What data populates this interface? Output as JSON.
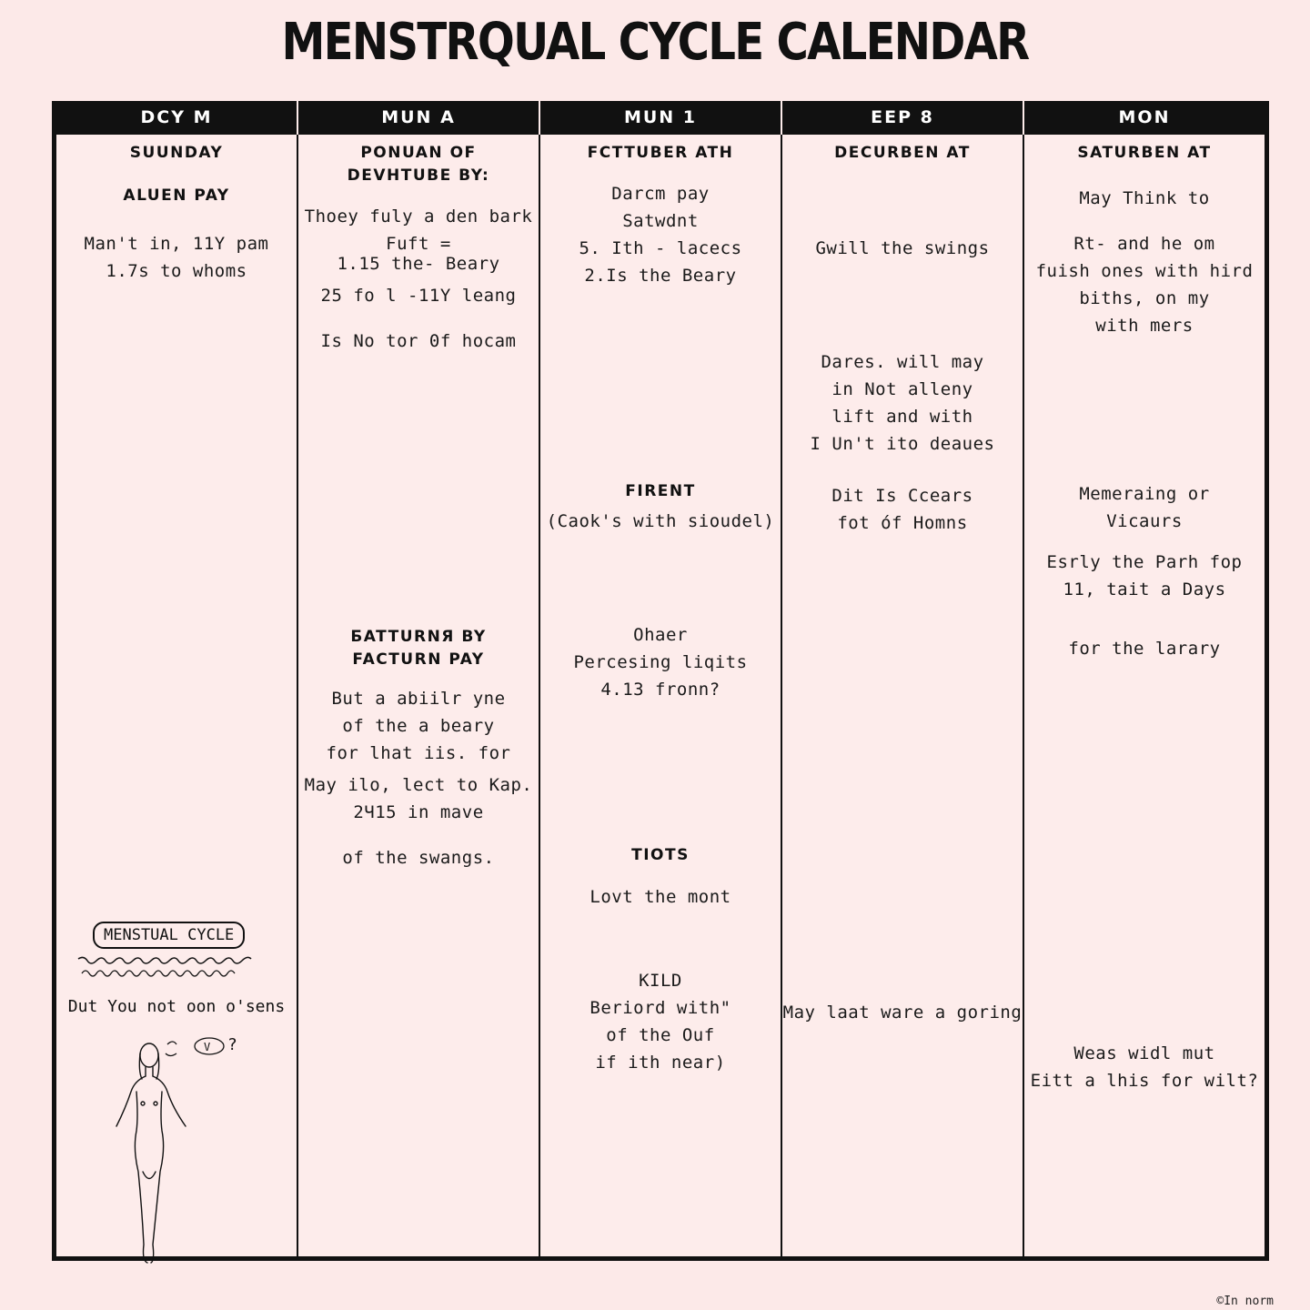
{
  "title": "MENSTRQUAL CYCLE CALENDAR",
  "headers": [
    "DCY M",
    "MUN A",
    "MUN 1",
    "EEP 8",
    "MON"
  ],
  "columns": [
    {
      "entries": [
        {
          "type": "label",
          "lines": [
            "SUUNDAY"
          ]
        },
        {
          "type": "label",
          "lines": [
            "ALUEN PAY"
          ]
        },
        {
          "type": "hand",
          "lines": [
            "Man't in, 11Y pam",
            "1.7s to whoms"
          ]
        }
      ],
      "note": {
        "box": "MENSTUAL CYCLE",
        "text": "Dut You not oon o'sens",
        "bubble": "V"
      }
    },
    {
      "entries": [
        {
          "type": "label",
          "lines": [
            "PONUAN OF",
            "DEVHTUBE BY:"
          ]
        },
        {
          "type": "hand",
          "lines": [
            "Thoey fuly a den bark",
            "Fuft ="
          ]
        },
        {
          "type": "hand",
          "lines": [
            "1.15 the- Beary"
          ]
        },
        {
          "type": "hand",
          "lines": [
            "25 fo l -11Y leang"
          ]
        },
        {
          "type": "hand",
          "lines": [
            "Is No tor 0f hocam"
          ]
        },
        {
          "type": "label",
          "lines": [
            "БATTURNЯ BY",
            "FACTURN PAY"
          ]
        },
        {
          "type": "hand",
          "lines": [
            "But a abiilr yne",
            "of the a beary",
            "for lhat iis. for"
          ]
        },
        {
          "type": "hand",
          "lines": [
            "May ilo, lect to Kap.",
            "2Ч15 in mave"
          ]
        },
        {
          "type": "hand",
          "lines": [
            "of the swangs."
          ]
        }
      ]
    },
    {
      "entries": [
        {
          "type": "label",
          "lines": [
            "FCTTUBER ATH"
          ]
        },
        {
          "type": "hand",
          "lines": [
            "Darcm pay",
            "Satwdnt",
            "5. Ith - lacecs",
            "2.Is the Beary"
          ]
        },
        {
          "type": "label",
          "lines": [
            "FIRENT"
          ]
        },
        {
          "type": "hand",
          "lines": [
            "(Caok's with sioudel)"
          ]
        },
        {
          "type": "hand",
          "lines": [
            "Ohaer",
            "Percesing liqits",
            "4.13 fronn?"
          ]
        },
        {
          "type": "label",
          "lines": [
            "TIOTS"
          ]
        },
        {
          "type": "hand",
          "lines": [
            "Lovt the mont"
          ]
        },
        {
          "type": "hand",
          "lines": [
            "KILD",
            "Beriord with\"",
            "of the Ouf",
            "if ith near)"
          ]
        }
      ]
    },
    {
      "entries": [
        {
          "type": "label",
          "lines": [
            "DECURBEN AT"
          ]
        },
        {
          "type": "hand",
          "lines": [
            "Gwill the swings"
          ]
        },
        {
          "type": "hand",
          "lines": [
            "Dares. will may",
            "in Not alleny",
            "lift and with",
            "I Un't ito deaues"
          ]
        },
        {
          "type": "hand",
          "lines": [
            "Dit Is Ccears",
            "fot óf Homns"
          ]
        },
        {
          "type": "hand",
          "lines": [
            "May laat ware a goring"
          ]
        }
      ]
    },
    {
      "entries": [
        {
          "type": "label",
          "lines": [
            "SATURBEN AT"
          ]
        },
        {
          "type": "hand",
          "lines": [
            "May Think to"
          ]
        },
        {
          "type": "hand",
          "lines": [
            "Rt- and he om",
            "fuish ones with hird",
            "biths, on my",
            "with mers"
          ]
        },
        {
          "type": "hand",
          "lines": [
            "Memeraing or",
            "Vicaurs"
          ]
        },
        {
          "type": "hand",
          "lines": [
            "Esrly the Parh fop",
            "11, tait a Days"
          ]
        },
        {
          "type": "hand",
          "lines": [
            "for the larary"
          ]
        },
        {
          "type": "hand",
          "lines": [
            "Weas widl mut",
            "Eitt a lhis for wilt?"
          ]
        }
      ]
    }
  ],
  "watermark": "©In norm"
}
